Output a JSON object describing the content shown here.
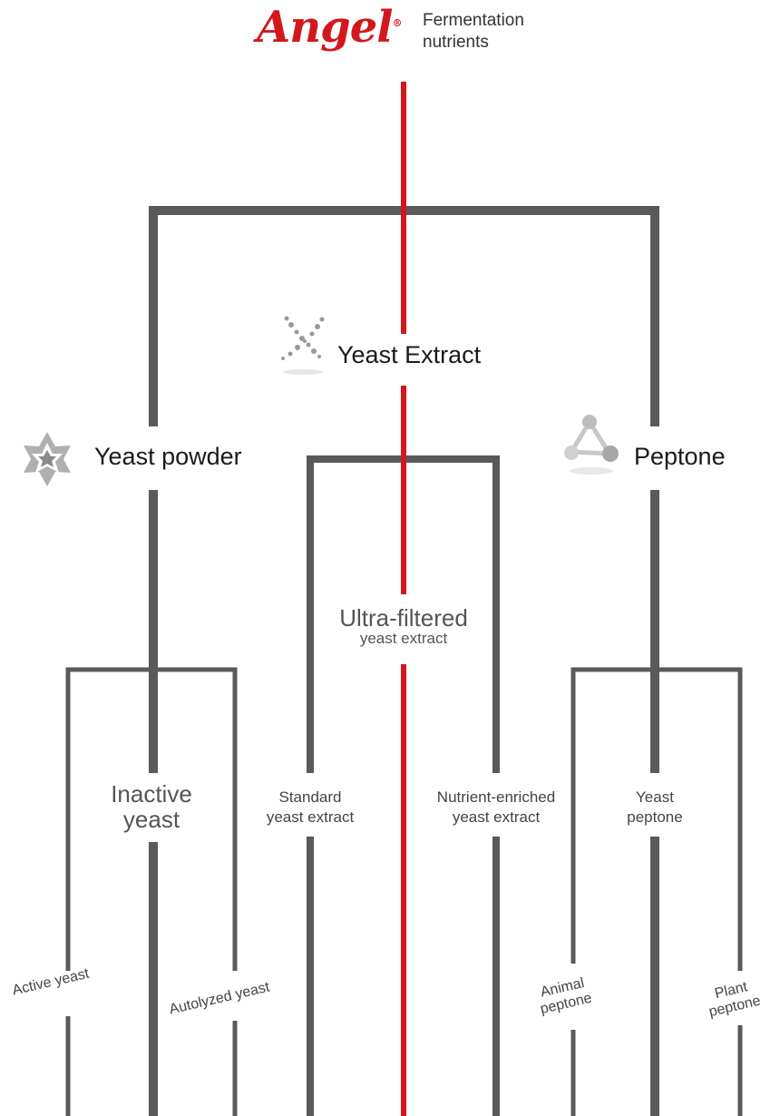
{
  "brand": {
    "logo_text": "Angel",
    "registered_mark": "®",
    "tagline_line1": "Fermentation",
    "tagline_line2": "nutrients",
    "color": "#d4161d"
  },
  "colors": {
    "main_line": "#5a5a5a",
    "accent_line": "#d4161d",
    "icon_gray": "#9a9a9a"
  },
  "categories": {
    "yeast_powder": {
      "label": "Yeast powder",
      "icon": "star-icon"
    },
    "yeast_extract": {
      "label": "Yeast Extract",
      "icon": "dots-x-icon"
    },
    "peptone": {
      "label": "Peptone",
      "icon": "molecule-triangle-icon"
    }
  },
  "subcategories": {
    "inactive_yeast": {
      "line1": "Inactive",
      "line2": "yeast"
    },
    "ultra_filtered": {
      "line1": "Ultra-filtered",
      "line2": "yeast extract"
    },
    "standard": {
      "line1": "Standard",
      "line2": "yeast extract"
    },
    "nutrient_enriched": {
      "line1": "Nutrient-enriched",
      "line2": "yeast extract"
    },
    "yeast_peptone": {
      "line1": "Yeast",
      "line2": "peptone"
    }
  },
  "leaves": {
    "active_yeast": "Active yeast",
    "autolyzed_yeast": "Autolyzed yeast",
    "animal_peptone": {
      "line1": "Animal",
      "line2": "peptone"
    },
    "plant_peptone": {
      "line1": "Plant",
      "line2": "peptone"
    }
  }
}
